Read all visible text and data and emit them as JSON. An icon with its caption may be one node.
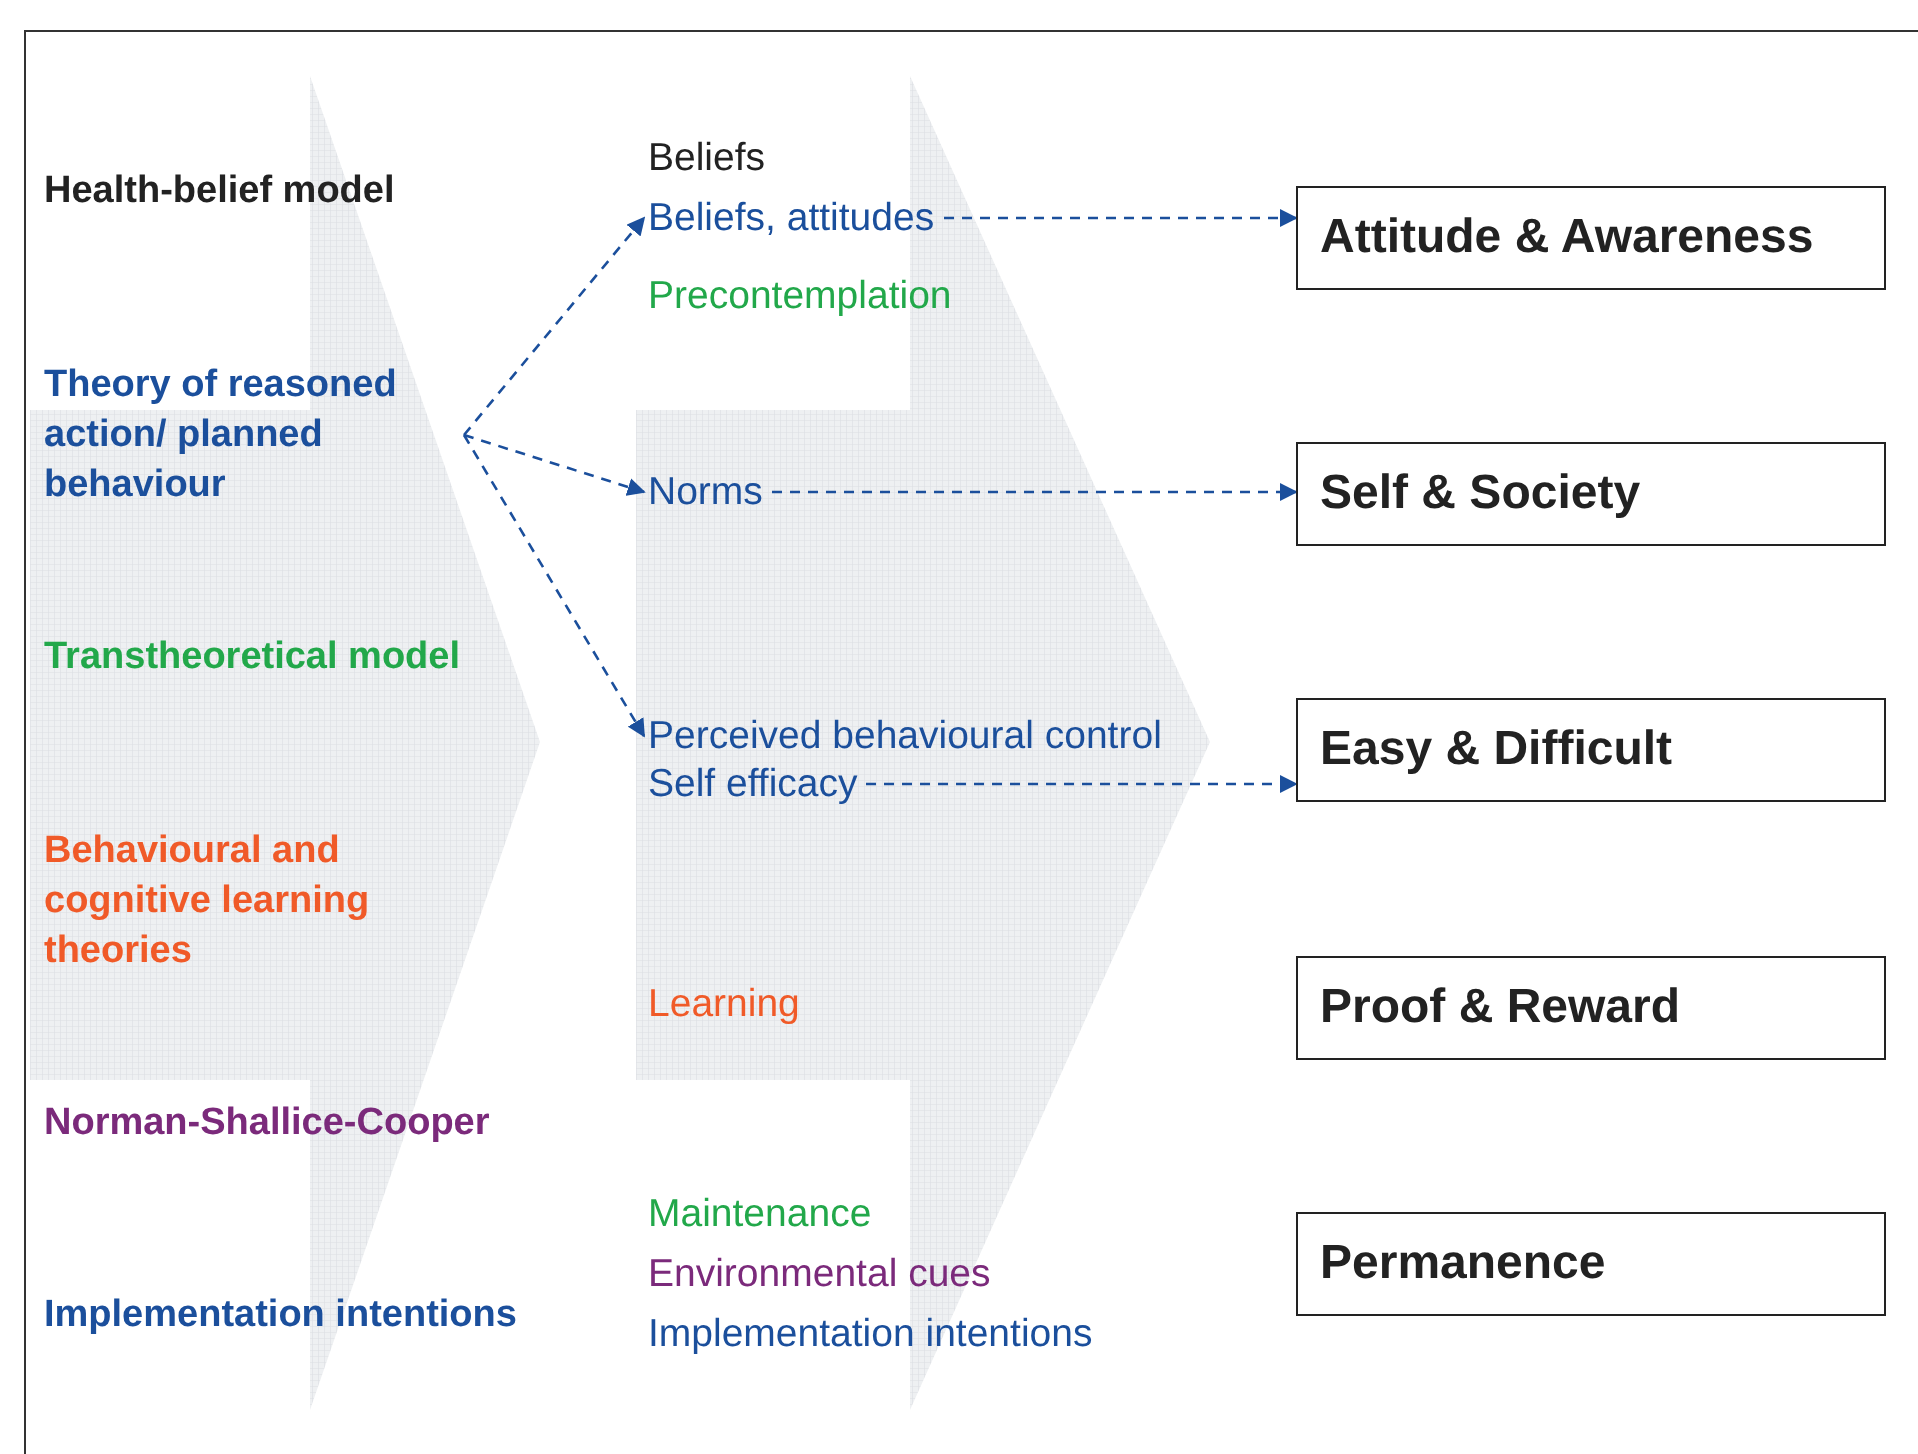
{
  "diagram": {
    "nodes": [
      {
        "text": [
          "Health-belief model"
        ]
      },
      {
        "text": [
          "Theory of reasoned action/ planned behaviour"
        ]
      },
      {
        "text": [
          "Transtheoretical model"
        ]
      },
      {
        "text": [
          "Behavioural and cognitive learning theories"
        ]
      },
      {
        "text": [
          "Norman-Shallice-Cooper"
        ]
      },
      {
        "text": [
          "Implementation intentions"
        ]
      },
      {
        "text": [
          "Beliefs"
        ]
      },
      {
        "text": [
          "Beliefs, attitudes"
        ]
      },
      {
        "text": [
          "Precontemplation"
        ]
      },
      {
        "text": [
          "Norms"
        ]
      },
      {
        "text": [
          "Perceived behavioural control"
        ]
      },
      {
        "text": [
          "Self efficacy"
        ]
      },
      {
        "text": [
          "Learning"
        ]
      },
      {
        "text": [
          "Maintenance"
        ]
      },
      {
        "text": [
          "Environmental cues"
        ]
      },
      {
        "text": [
          "Implementation intentions"
        ]
      },
      {
        "text": [
          "Attitude & Awareness"
        ]
      },
      {
        "text": [
          "Self & Society"
        ]
      },
      {
        "text": [
          "Easy & Difficult"
        ]
      },
      {
        "text": [
          "Proof & Reward"
        ]
      },
      {
        "text": [
          "Permanence"
        ]
      }
    ],
    "edges": [
      {
        "from": 1,
        "to": 7,
        "arrow": "to",
        "style": "dashed"
      },
      {
        "from": 1,
        "to": 9,
        "arrow": "to",
        "style": "dashed"
      },
      {
        "from": 1,
        "to": 10,
        "arrow": "to",
        "style": "dashed"
      },
      {
        "from": 7,
        "to": 16,
        "arrow": "to",
        "style": "dashed"
      },
      {
        "from": 9,
        "to": 17,
        "arrow": "to",
        "style": "dashed"
      },
      {
        "from": 11,
        "to": 18,
        "arrow": "to",
        "style": "dashed"
      }
    ]
  }
}
